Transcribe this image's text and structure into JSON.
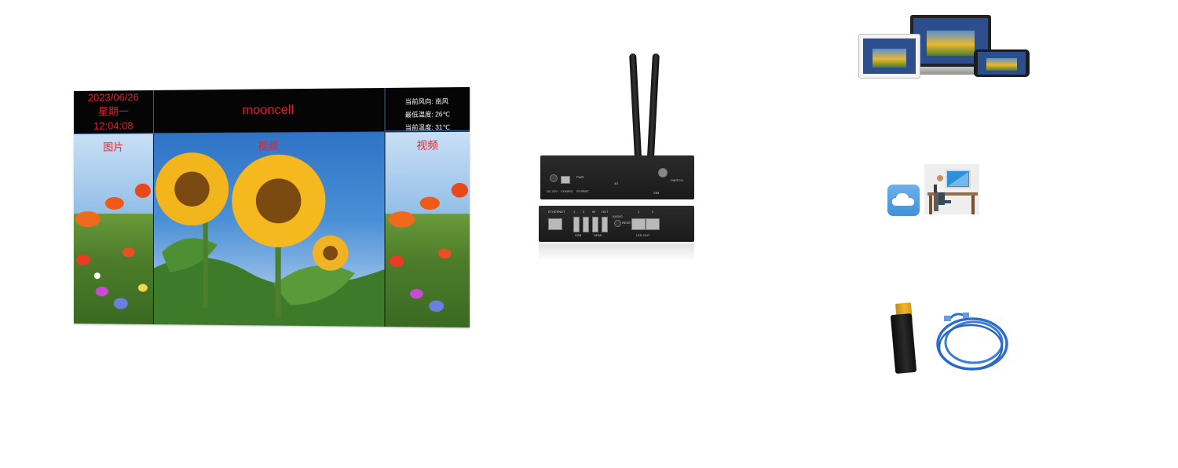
{
  "led_screen": {
    "date": "2023/06/26",
    "weekday": "星期一",
    "time": "12:04:08",
    "title": "mooncell",
    "weather": [
      "当前风向: 南风",
      "最低温度: 26℃",
      "当前温度: 31℃"
    ],
    "zones": [
      "图片",
      "视频",
      "视频"
    ],
    "text_color": "#e8202a",
    "divider_color": "#2f5fa8"
  },
  "hardware_box": {
    "top_labels": [
      "DC 12V",
      "CONFIG",
      "PWR",
      "SYSRST",
      "4G",
      "SWITCH",
      "SIM"
    ],
    "front_labels": [
      "ETHERNET",
      "1",
      "2",
      "IN",
      "OUT",
      "USB",
      "HDMI",
      "AUDIO",
      "RESET",
      "1",
      "2",
      "LED OUT"
    ]
  },
  "devices": {
    "icons": [
      "tablet-icon",
      "laptop-icon",
      "phone-icon"
    ]
  },
  "cloud_section": {
    "icons": [
      "cloud-icon",
      "office-worker-icon"
    ],
    "accent": "#3f8fd9"
  },
  "accessories": {
    "icons": [
      "usb-dongle-icon",
      "network-cable-icon"
    ],
    "cable_color": "#2f6fcb"
  }
}
